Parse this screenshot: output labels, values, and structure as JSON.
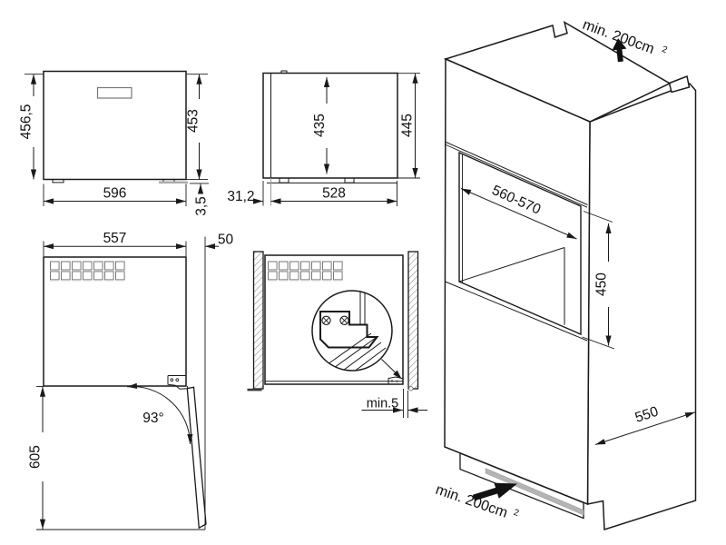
{
  "views": {
    "front": {
      "total_height": "456,5",
      "body_height": "453",
      "width": "596",
      "plinth_height": "3,5"
    },
    "side": {
      "cavity_height": "435",
      "total_height": "445",
      "door_thickness": "31,2",
      "body_depth": "528"
    },
    "top_open": {
      "width": "557",
      "door_clearance": "50",
      "door_angle": "93°",
      "swing_depth": "605"
    },
    "detail": {
      "clearance": "min.5"
    },
    "cabinet": {
      "niche_width": "560-570",
      "niche_height": "450",
      "depth": "550",
      "vent_top": "min. 200cm",
      "vent_top_sup": "2",
      "vent_bottom": "min. 200cm",
      "vent_bottom_sup": "2"
    }
  }
}
